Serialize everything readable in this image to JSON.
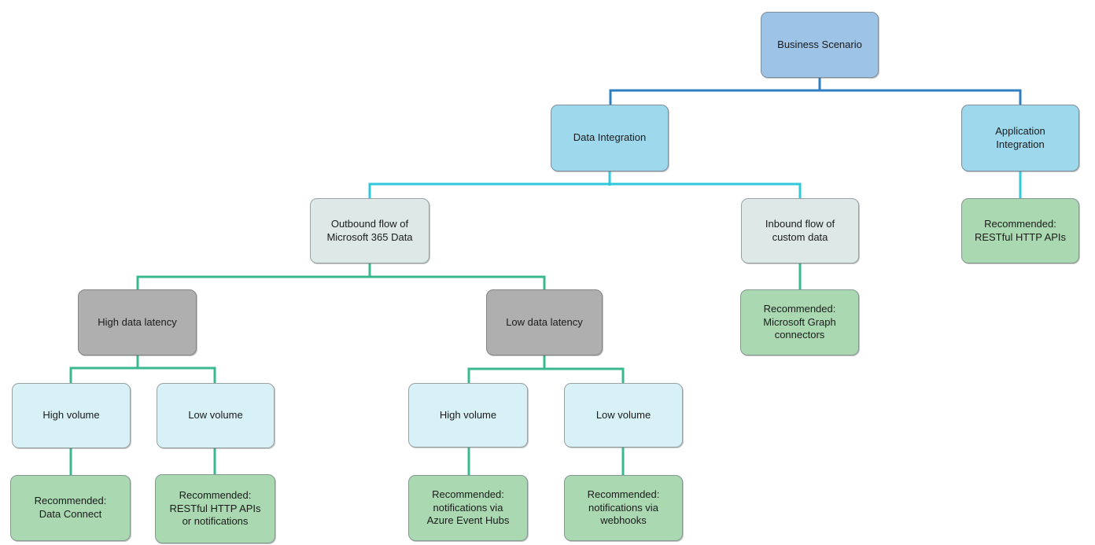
{
  "diagram": {
    "description": "Decision tree for choosing a Microsoft 365 integration approach based on business scenario",
    "colors": {
      "scenario_fill": "#9dc3e6",
      "category_fill": "#9dd8ed",
      "flow_fill": "#dde8e7",
      "latency_fill": "#afafaf",
      "volume_fill": "#d7f1f6",
      "recommendation_fill": "#a9d8b1",
      "edge_level1": "#2e7fc2",
      "edge_level2": "#30c9dc",
      "edge_level3": "#3ab890",
      "background": "#ffffff"
    },
    "nodes": [
      {
        "id": "business-scenario",
        "type": "scenario",
        "label": "Business Scenario"
      },
      {
        "id": "data-integration",
        "type": "category",
        "label": "Data Integration"
      },
      {
        "id": "application-integration",
        "type": "category",
        "label": "Application\nIntegration"
      },
      {
        "id": "outbound-flow",
        "type": "flow",
        "label": "Outbound flow of\nMicrosoft 365 Data"
      },
      {
        "id": "inbound-flow",
        "type": "flow",
        "label": "Inbound flow of\ncustom data"
      },
      {
        "id": "rec-restful-http-apis",
        "type": "recommendation",
        "label": "Recommended:\nRESTful HTTP APIs"
      },
      {
        "id": "high-data-latency",
        "type": "condition",
        "label": "High data latency"
      },
      {
        "id": "low-data-latency",
        "type": "condition",
        "label": "Low data latency"
      },
      {
        "id": "rec-graph-connectors",
        "type": "recommendation",
        "label": "Recommended:\nMicrosoft Graph\nconnectors"
      },
      {
        "id": "high-volume-high-latency",
        "type": "condition",
        "label": "High volume"
      },
      {
        "id": "low-volume-high-latency",
        "type": "condition",
        "label": "Low volume"
      },
      {
        "id": "high-volume-low-latency",
        "type": "condition",
        "label": "High volume"
      },
      {
        "id": "low-volume-low-latency",
        "type": "condition",
        "label": "Low volume"
      },
      {
        "id": "rec-data-connect",
        "type": "recommendation",
        "label": "Recommended:\nData Connect"
      },
      {
        "id": "rec-restful-or-notifications",
        "type": "recommendation",
        "label": "Recommended:\nRESTful HTTP APIs\nor notifications"
      },
      {
        "id": "rec-azure-event-hubs",
        "type": "recommendation",
        "label": "Recommended:\nnotifications via\nAzure Event Hubs"
      },
      {
        "id": "rec-webhooks",
        "type": "recommendation",
        "label": "Recommended:\nnotifications via\nwebhooks"
      }
    ],
    "edges": [
      {
        "from": "business-scenario",
        "to": "data-integration"
      },
      {
        "from": "business-scenario",
        "to": "application-integration"
      },
      {
        "from": "data-integration",
        "to": "outbound-flow"
      },
      {
        "from": "data-integration",
        "to": "inbound-flow"
      },
      {
        "from": "application-integration",
        "to": "rec-restful-http-apis"
      },
      {
        "from": "outbound-flow",
        "to": "high-data-latency"
      },
      {
        "from": "outbound-flow",
        "to": "low-data-latency"
      },
      {
        "from": "inbound-flow",
        "to": "rec-graph-connectors"
      },
      {
        "from": "high-data-latency",
        "to": "high-volume-high-latency"
      },
      {
        "from": "high-data-latency",
        "to": "low-volume-high-latency"
      },
      {
        "from": "low-data-latency",
        "to": "high-volume-low-latency"
      },
      {
        "from": "low-data-latency",
        "to": "low-volume-low-latency"
      },
      {
        "from": "high-volume-high-latency",
        "to": "rec-data-connect"
      },
      {
        "from": "low-volume-high-latency",
        "to": "rec-restful-or-notifications"
      },
      {
        "from": "high-volume-low-latency",
        "to": "rec-azure-event-hubs"
      },
      {
        "from": "low-volume-low-latency",
        "to": "rec-webhooks"
      }
    ]
  }
}
